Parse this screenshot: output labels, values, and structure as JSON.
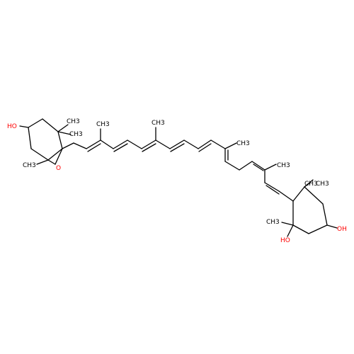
{
  "molecule": {
    "atom_labels": {
      "hydroxyl_left": "HO",
      "hydroxyl_right_top": "OH",
      "hydroxyl_right_bottom": "HO",
      "epoxide_oxygen": "O",
      "methyl_ring_left_a": "CH3",
      "methyl_ring_left_b": "CH3",
      "methyl_ring_left_c": "CH3",
      "methyl_chain_1": "CH3",
      "methyl_chain_2": "CH3",
      "methyl_chain_3": "CH3",
      "methyl_chain_4": "CH3",
      "methyl_ring_right_a": "CH3",
      "methyl_ring_right_b": "CH3",
      "methyl_ring_right_c": "CH3"
    },
    "colors": {
      "bond": "#000000",
      "oxygen_label": "#ff0000",
      "carbon_label": "#000000",
      "background": "#ffffff"
    }
  }
}
